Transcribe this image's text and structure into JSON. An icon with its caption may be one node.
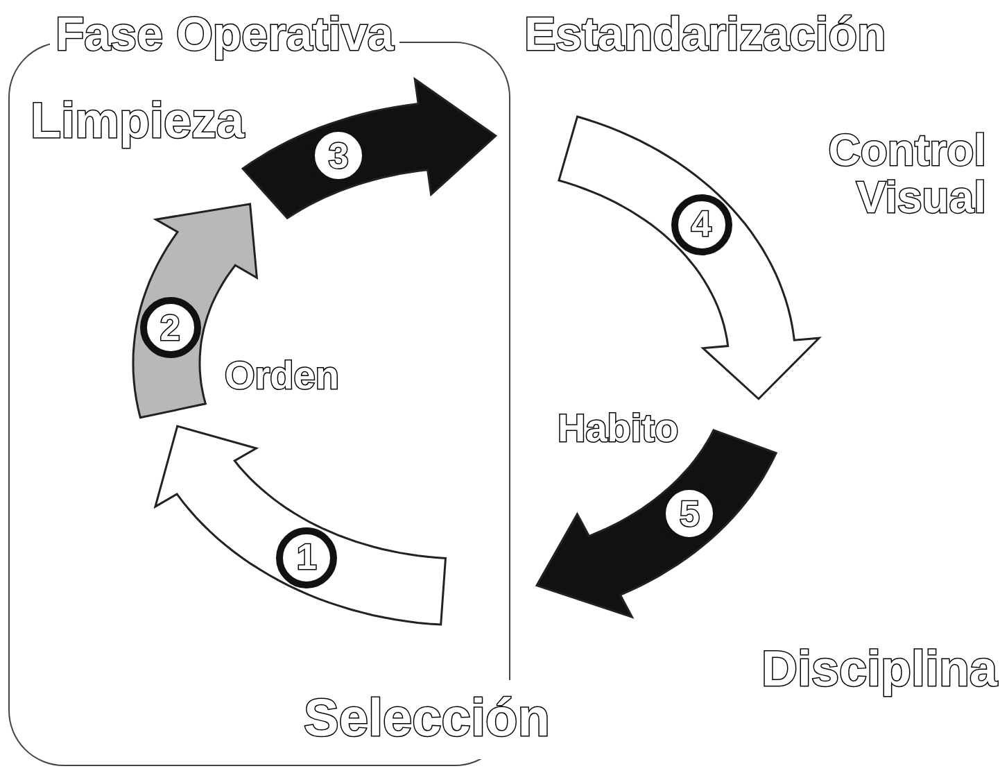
{
  "diagram": {
    "nodes": [
      {
        "text": [
          "Fase Operativa"
        ]
      },
      {
        "text": [
          "1"
        ],
        "beside": [
          "Selección"
        ],
        "in": 0
      },
      {
        "text": [
          "2"
        ],
        "beside": [
          "Orden"
        ],
        "in": 0
      },
      {
        "text": [
          "3"
        ],
        "beside": [
          "Limpieza"
        ],
        "in": 0
      },
      {
        "text": [
          "4"
        ],
        "beside": [
          "Control Visual"
        ]
      },
      {
        "text": [
          "5"
        ],
        "beside": [
          "Habito",
          "Disciplina"
        ]
      }
    ],
    "labels": [
      "Estandarización"
    ]
  }
}
